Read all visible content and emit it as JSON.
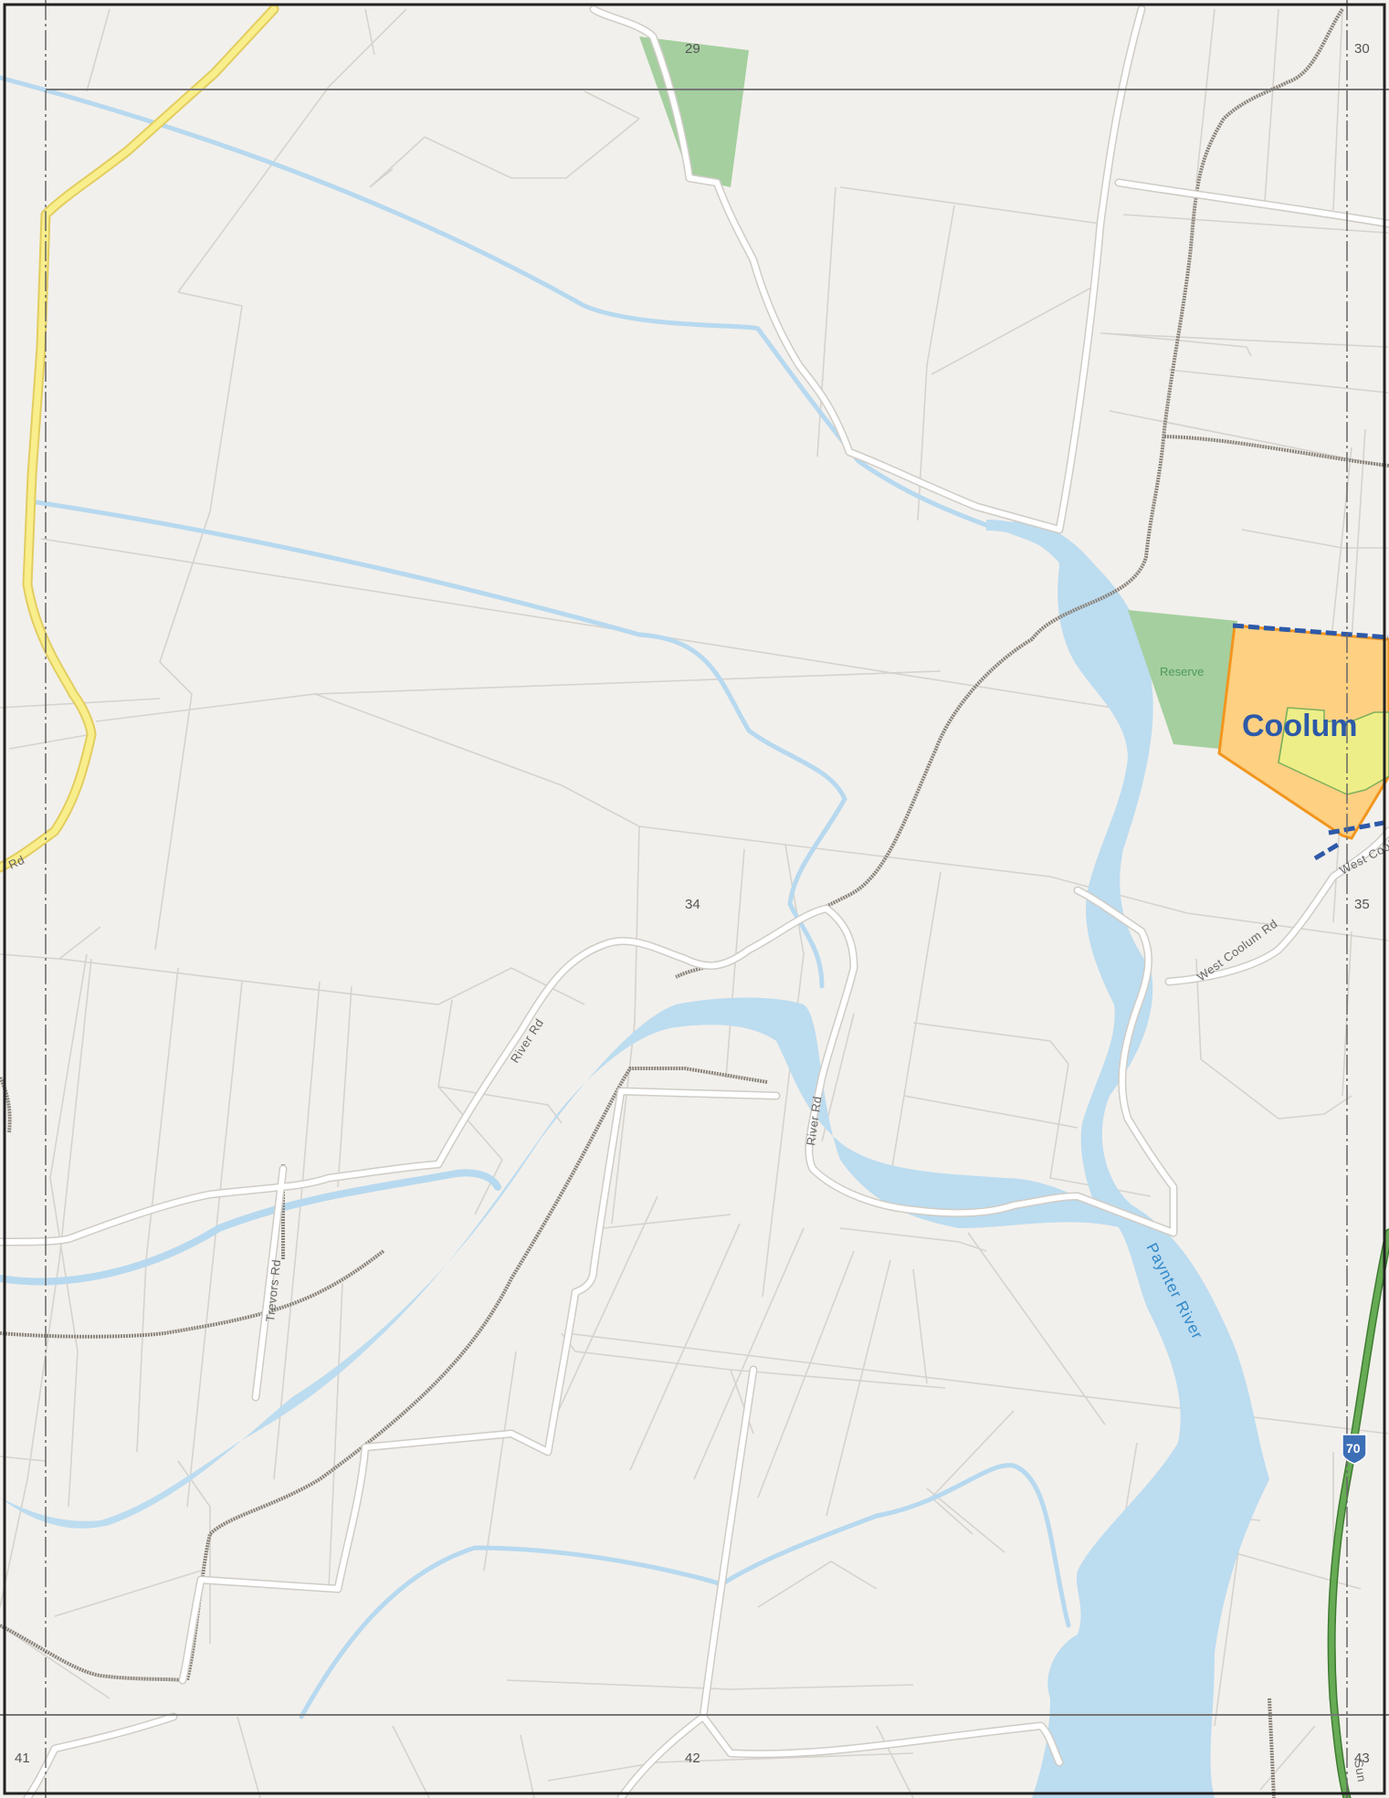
{
  "colors": {
    "land": "#f2f0ec",
    "water": "#bcdcf0",
    "water_line": "#b7d9ef",
    "reserve": "#a5cf9f",
    "town_area": "#fdd082",
    "town_border": "#f2961e",
    "town_inner": "#eeee88",
    "main_road": "#f9ee8c",
    "main_road_casing": "#e2cd60",
    "highway": "#5a9a48",
    "railway": "#8a847c",
    "grid_line": "#777777",
    "boundary_dash": "#2d59a8"
  },
  "grid_numbers": {
    "n29": "29",
    "n30": "30",
    "n34": "34",
    "n35": "35",
    "n41": "41",
    "n42": "42",
    "n43": "43"
  },
  "labels": {
    "place": "Coolum",
    "reserve": "Reserve",
    "river": "Paynter River",
    "river_rd_1": "River Rd",
    "river_rd_2": "River Rd",
    "trevors_rd": "Trevors Rd",
    "west_coolum_rd": "West Coolum Rd",
    "west_coolum_top": "West Cool",
    "edge_rd": "Rd",
    "highway_shield": "70",
    "highway_edge": "Sun"
  }
}
